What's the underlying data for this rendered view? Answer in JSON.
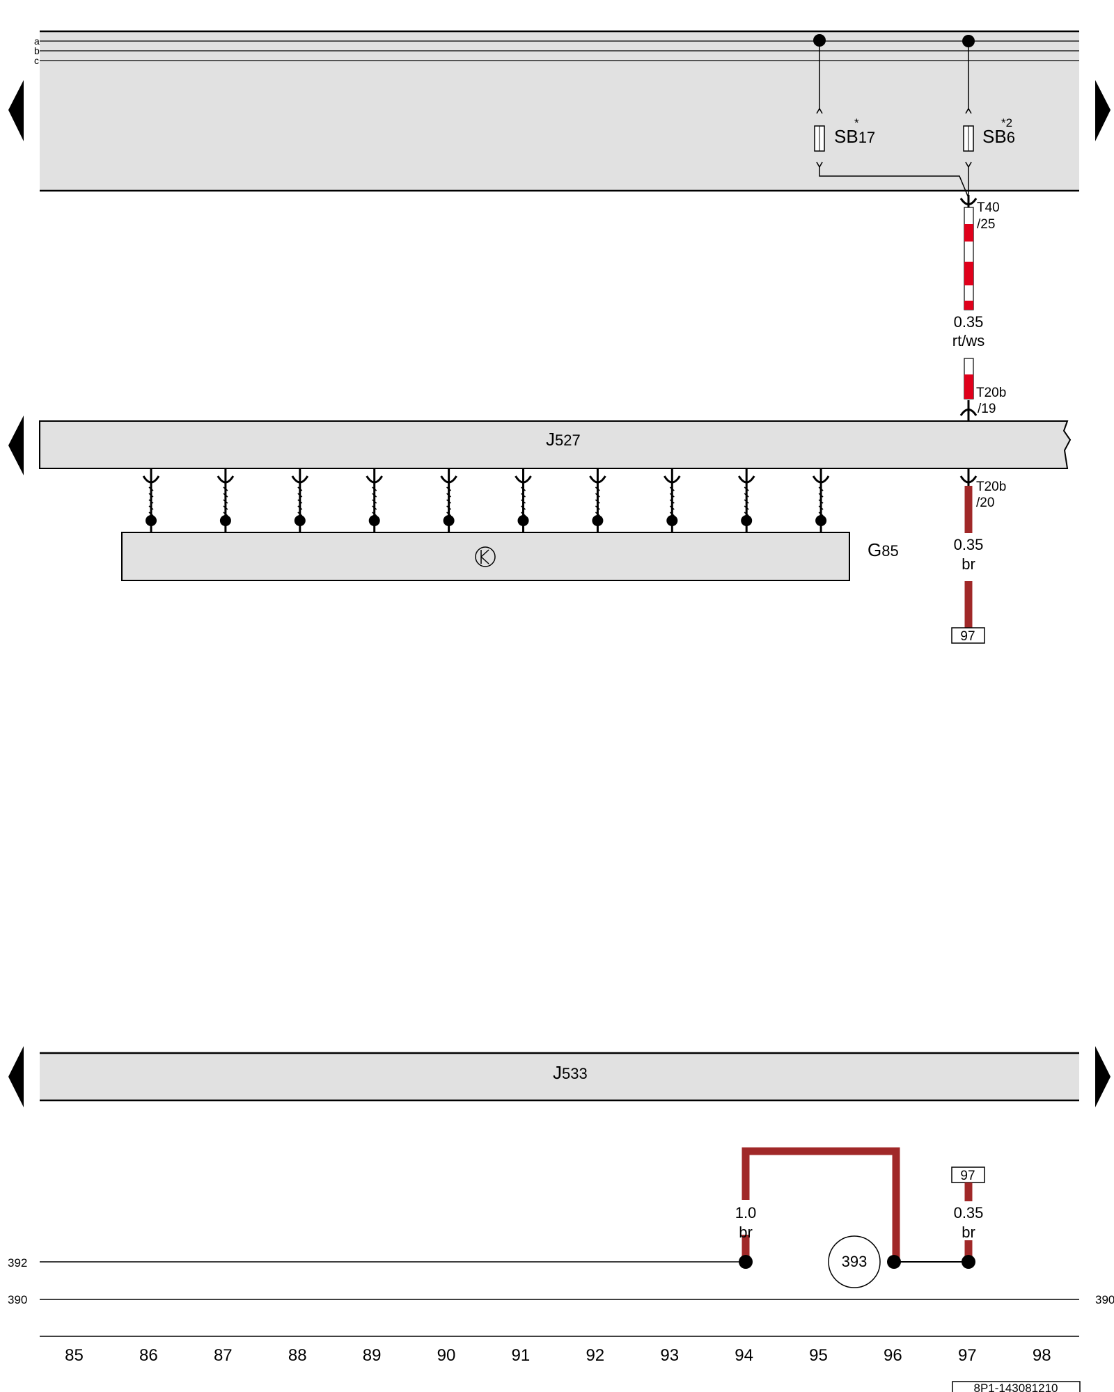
{
  "bus_rails": [
    "a",
    "b",
    "c"
  ],
  "fuses": [
    {
      "base": "SB",
      "num": "17",
      "mark": "*"
    },
    {
      "base": "SB",
      "num": "6",
      "mark": "*2"
    }
  ],
  "modules": {
    "j527": {
      "base": "J",
      "num": "527"
    },
    "g85": {
      "base": "G",
      "num": "85"
    },
    "j533": {
      "base": "J",
      "num": "533"
    }
  },
  "connectors": {
    "t40": {
      "name": "T40",
      "pin": "/25"
    },
    "t20b_19": {
      "name": "T20b",
      "pin": "/19"
    },
    "t20b_20": {
      "name": "T20b",
      "pin": "/20"
    }
  },
  "wires": {
    "rt_ws": {
      "size": "0.35",
      "color": "rt/ws"
    },
    "br_j527": {
      "size": "0.35",
      "color": "br"
    },
    "br_left": {
      "size": "1.0",
      "color": "br"
    },
    "br_right": {
      "size": "0.35",
      "color": "br"
    }
  },
  "references": {
    "to_97": "97",
    "from_97": "97"
  },
  "ground_point": "393",
  "ground_lines": {
    "upper": "392",
    "lower": "390",
    "lower_right": "390"
  },
  "tracks": [
    "85",
    "86",
    "87",
    "88",
    "89",
    "90",
    "91",
    "92",
    "93",
    "94",
    "95",
    "96",
    "97",
    "98"
  ],
  "diagram_code": "8P1-143081210",
  "colors": {
    "panel": "#e1e1e1",
    "red": "#e0001b",
    "brown": "#a02828"
  }
}
